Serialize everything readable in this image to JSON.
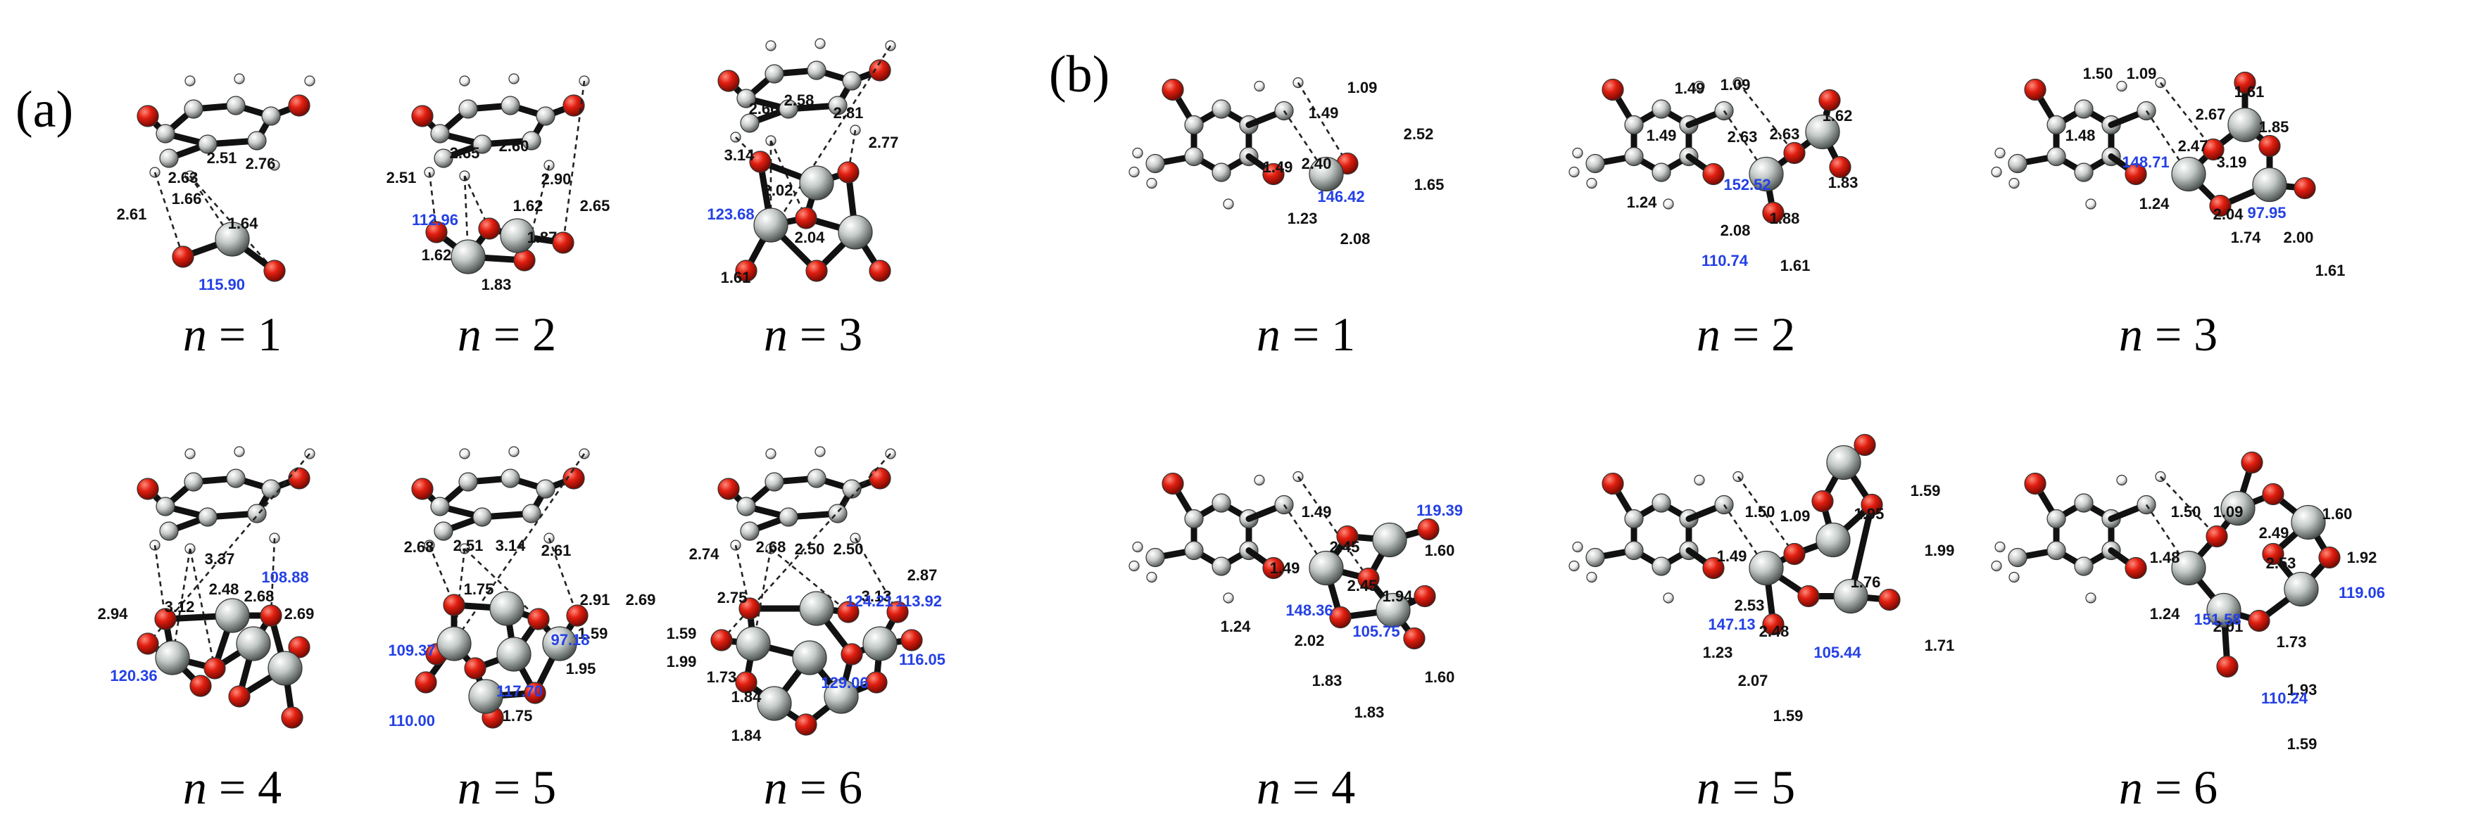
{
  "colors": {
    "oxygen": "#e01e10",
    "carbon": "#c9cccb",
    "hydrogen": "#f2f2f2",
    "metal": "#c3c9c6",
    "angle_label": "#2440e6",
    "distance_label": "#111111"
  },
  "panels": [
    {
      "label": "(a)",
      "structures": [
        {
          "caption": {
            "var": "n",
            "eq": "=",
            "val": "1"
          },
          "distances": [
            "2.63",
            "2.51",
            "2.76",
            "2.61",
            "1.66",
            "1.64"
          ],
          "angles": [
            "115.90"
          ]
        },
        {
          "caption": {
            "var": "n",
            "eq": "=",
            "val": "2"
          },
          "distances": [
            "2.51",
            "2.65",
            "2.60",
            "2.90",
            "2.65",
            "1.62",
            "1.87",
            "1.62",
            "1.83"
          ],
          "angles": [
            "112.96"
          ]
        },
        {
          "caption": {
            "var": "n",
            "eq": "=",
            "val": "3"
          },
          "distances": [
            "2.66",
            "2.58",
            "2.81",
            "3.14",
            "2.77",
            "2.02",
            "2.04",
            "1.61"
          ],
          "angles": [
            "123.68"
          ]
        },
        {
          "caption": {
            "var": "n",
            "eq": "=",
            "val": "4"
          },
          "distances": [
            "3.37",
            "2.48",
            "3.12",
            "2.68",
            "2.69",
            "2.94"
          ],
          "angles": [
            "108.88",
            "120.36"
          ]
        },
        {
          "caption": {
            "var": "n",
            "eq": "=",
            "val": "5"
          },
          "distances": [
            "2.68",
            "2.51",
            "3.14",
            "2.61",
            "1.75",
            "2.91",
            "2.69",
            "1.59",
            "1.95",
            "1.75"
          ],
          "angles": [
            "109.37",
            "97.18",
            "117.70",
            "110.00"
          ]
        },
        {
          "caption": {
            "var": "n",
            "eq": "=",
            "val": "6"
          },
          "distances": [
            "2.74",
            "2.68",
            "2.50",
            "2.50",
            "2.75",
            "3.13",
            "2.87",
            "1.59",
            "1.99",
            "1.73",
            "1.84",
            "1.84"
          ],
          "angles": [
            "124.21",
            "113.92",
            "129.06",
            "116.05"
          ]
        }
      ]
    },
    {
      "label": "(b)",
      "structures": [
        {
          "caption": {
            "var": "n",
            "eq": "=",
            "val": "1"
          },
          "distances": [
            "1.49",
            "1.09",
            "2.52",
            "1.49",
            "2.40",
            "1.65",
            "1.23",
            "2.08"
          ],
          "angles": [
            "146.42"
          ]
        },
        {
          "caption": {
            "var": "n",
            "eq": "=",
            "val": "2"
          },
          "distances": [
            "1.49",
            "1.09",
            "2.63",
            "2.63",
            "1.62",
            "1.49",
            "1.83",
            "1.24",
            "1.88",
            "2.08",
            "1.61"
          ],
          "angles": [
            "152.52",
            "110.74"
          ]
        },
        {
          "caption": {
            "var": "n",
            "eq": "=",
            "val": "3"
          },
          "distances": [
            "1.50",
            "1.09",
            "2.67",
            "1.61",
            "1.85",
            "1.48",
            "2.47",
            "3.19",
            "1.24",
            "2.04",
            "1.74",
            "2.00",
            "1.61"
          ],
          "angles": [
            "148.71",
            "97.95"
          ]
        },
        {
          "caption": {
            "var": "n",
            "eq": "=",
            "val": "4"
          },
          "distances": [
            "1.49",
            "2.45",
            "1.49",
            "1.60",
            "2.45",
            "1.94",
            "1.24",
            "2.02",
            "1.83",
            "1.60",
            "1.83"
          ],
          "angles": [
            "119.39",
            "148.36",
            "105.75"
          ]
        },
        {
          "caption": {
            "var": "n",
            "eq": "=",
            "val": "5"
          },
          "distances": [
            "1.50",
            "1.09",
            "1.59",
            "1.95",
            "1.99",
            "1.49",
            "2.53",
            "2.48",
            "1.76",
            "1.23",
            "2.07",
            "1.71",
            "1.59"
          ],
          "angles": [
            "147.13",
            "105.44"
          ]
        },
        {
          "caption": {
            "var": "n",
            "eq": "=",
            "val": "6"
          },
          "distances": [
            "1.50",
            "1.09",
            "2.49",
            "1.60",
            "2.53",
            "1.92",
            "1.48",
            "1.24",
            "2.01",
            "1.73",
            "1.93",
            "1.59"
          ],
          "angles": [
            "151.58",
            "119.06",
            "110.24"
          ]
        }
      ]
    }
  ]
}
